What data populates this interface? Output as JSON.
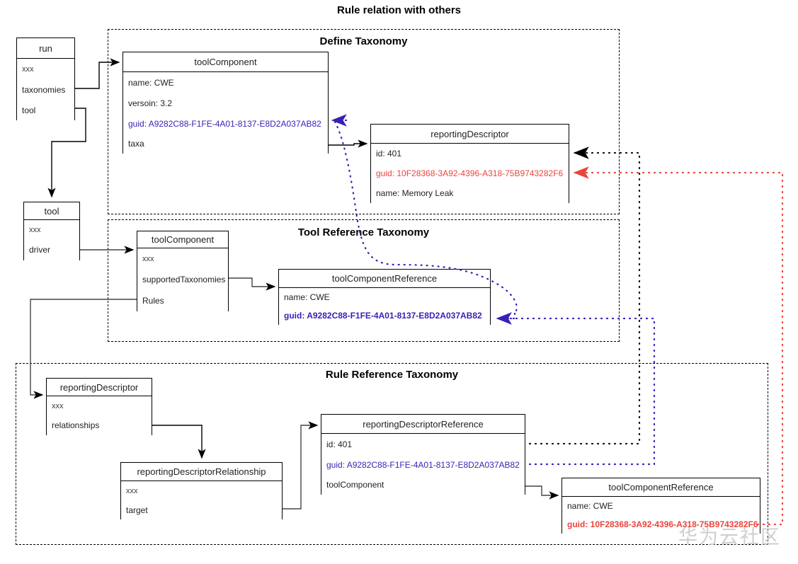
{
  "title": "Rule relation with others",
  "watermark": "华为云社区",
  "colors": {
    "blue_guid": "#3a1fb5",
    "red_guid": "#e8453c",
    "line": "#000000",
    "box_border": "#000000"
  },
  "groups": [
    {
      "id": "define-taxonomy",
      "title": "Define Taxonomy"
    },
    {
      "id": "tool-reference-taxonomy",
      "title": "Tool Reference Taxonomy"
    },
    {
      "id": "rule-reference-taxonomy",
      "title": "Rule Reference Taxonomy"
    }
  ],
  "boxes": {
    "run": {
      "title": "run",
      "rows": [
        "xxx",
        "taxonomies",
        "tool"
      ]
    },
    "tool": {
      "title": "tool",
      "rows": [
        "xxx",
        "driver"
      ]
    },
    "tool_component_define": {
      "title": "toolComponent",
      "rows": [
        "name: CWE",
        "versoin: 3.2",
        "guid: A9282C88-F1FE-4A01-8137-E8D2A037AB82",
        "taxa"
      ]
    },
    "reporting_descriptor_define": {
      "title": "reportingDescriptor",
      "rows": [
        "id: 401",
        "guid: 10F28368-3A92-4396-A318-75B9743282F6",
        "name: Memory Leak"
      ]
    },
    "tool_component_toolref": {
      "title": "toolComponent",
      "rows": [
        "xxx",
        "supportedTaxonomies",
        "Rules"
      ]
    },
    "tool_component_reference_toolref": {
      "title": "toolComponentReference",
      "rows": [
        "name:  CWE",
        "guid: A9282C88-F1FE-4A01-8137-E8D2A037AB82"
      ]
    },
    "reporting_descriptor_ruleref": {
      "title": "reportingDescriptor",
      "rows": [
        "xxx",
        "relationships"
      ]
    },
    "reporting_descriptor_relationship": {
      "title": "reportingDescriptorRelationship",
      "rows": [
        "xxx",
        "target"
      ]
    },
    "reporting_descriptor_reference": {
      "title": "reportingDescriptorReference",
      "rows": [
        "id: 401",
        "guid: A9282C88-F1FE-4A01-8137-E8D2A037AB82",
        "toolComponent"
      ]
    },
    "tool_component_reference_ruleref": {
      "title": "toolComponentReference",
      "rows": [
        "name:  CWE",
        "guid: 10F28368-3A92-4396-A318-75B9743282F6"
      ]
    }
  }
}
